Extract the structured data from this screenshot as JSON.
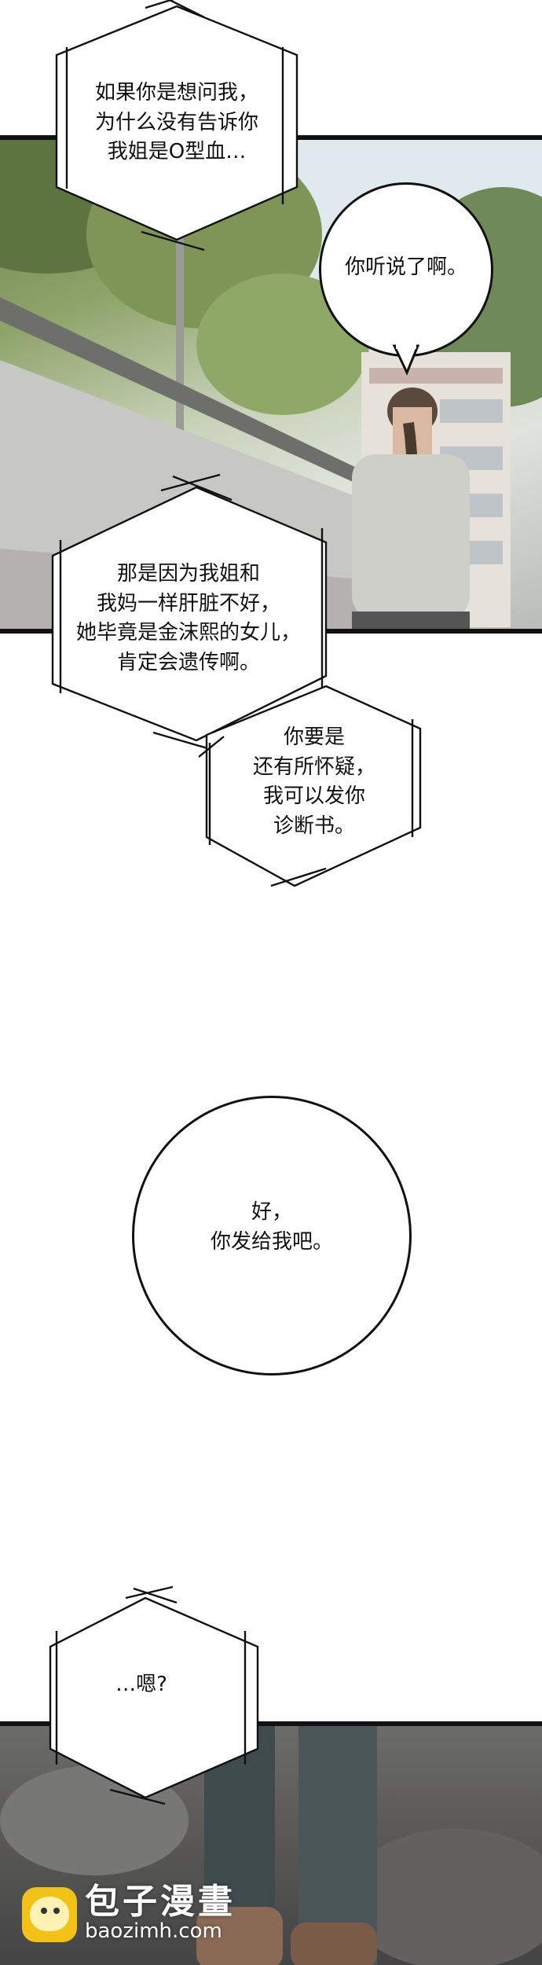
{
  "bubbles": {
    "b1": "如果你是想问我，\n为什么没有告诉你\n我姐是O型血…",
    "b2": "你听说了啊。",
    "b3": "那是因为我姐和\n我妈一样肝脏不好，\n她毕竟是金沫熙的女儿，\n肯定会遗传啊。",
    "b4": "你要是\n还有所怀疑，\n我可以发你\n诊断书。",
    "b5": "好，\n你发给我吧。",
    "b6": "…嗯?"
  },
  "watermark": {
    "title": "包子漫畫",
    "url": "baozimh.com"
  }
}
